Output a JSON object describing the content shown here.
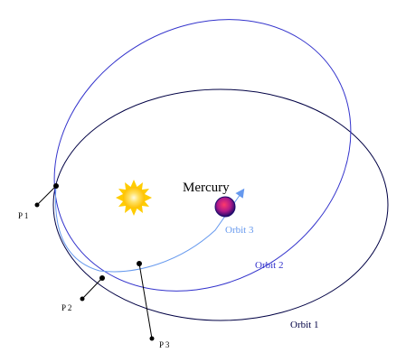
{
  "labels": {
    "planet": "Mercury",
    "orbit1": "Orbit 1",
    "orbit2": "Orbit 2",
    "orbit3": "Orbit 3",
    "p1": "P 1",
    "p2": "P 2",
    "p3": "P 3"
  },
  "colors": {
    "orbit1": "#000044",
    "orbit2": "#3333cc",
    "orbit3": "#6699ee",
    "sun_outer": "#ffd000",
    "sun_inner": "#fff8c0",
    "planet_outer": "#1a0a6a",
    "planet_inner": "#e0207a"
  }
}
